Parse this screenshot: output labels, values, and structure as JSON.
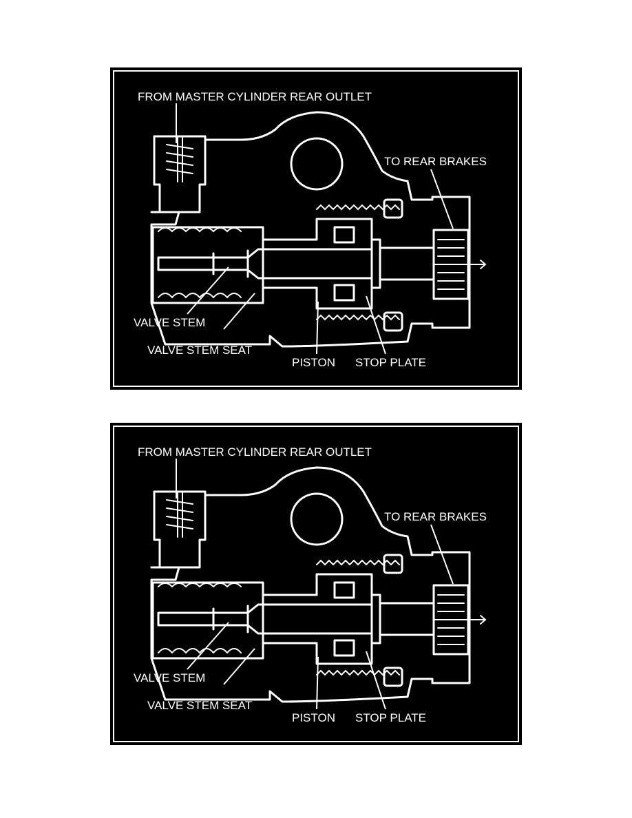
{
  "colors": {
    "background": "#000000",
    "lines": "#ffffff",
    "page": "#ffffff"
  },
  "figures": [
    {
      "labels": {
        "inlet": "FROM MASTER CYLINDER REAR OUTLET",
        "outlet": "TO REAR BRAKES",
        "valve_stem": "VALVE STEM",
        "valve_stem_seat": "VALVE STEM SEAT",
        "piston": "PISTON",
        "stop_plate": "STOP PLATE"
      }
    },
    {
      "labels": {
        "inlet": "FROM MASTER CYLINDER REAR OUTLET",
        "outlet": "TO REAR BRAKES",
        "valve_stem": "VALVE STEM",
        "valve_stem_seat": "VALVE STEM SEAT",
        "piston": "PISTON",
        "stop_plate": "STOP PLATE"
      }
    }
  ]
}
